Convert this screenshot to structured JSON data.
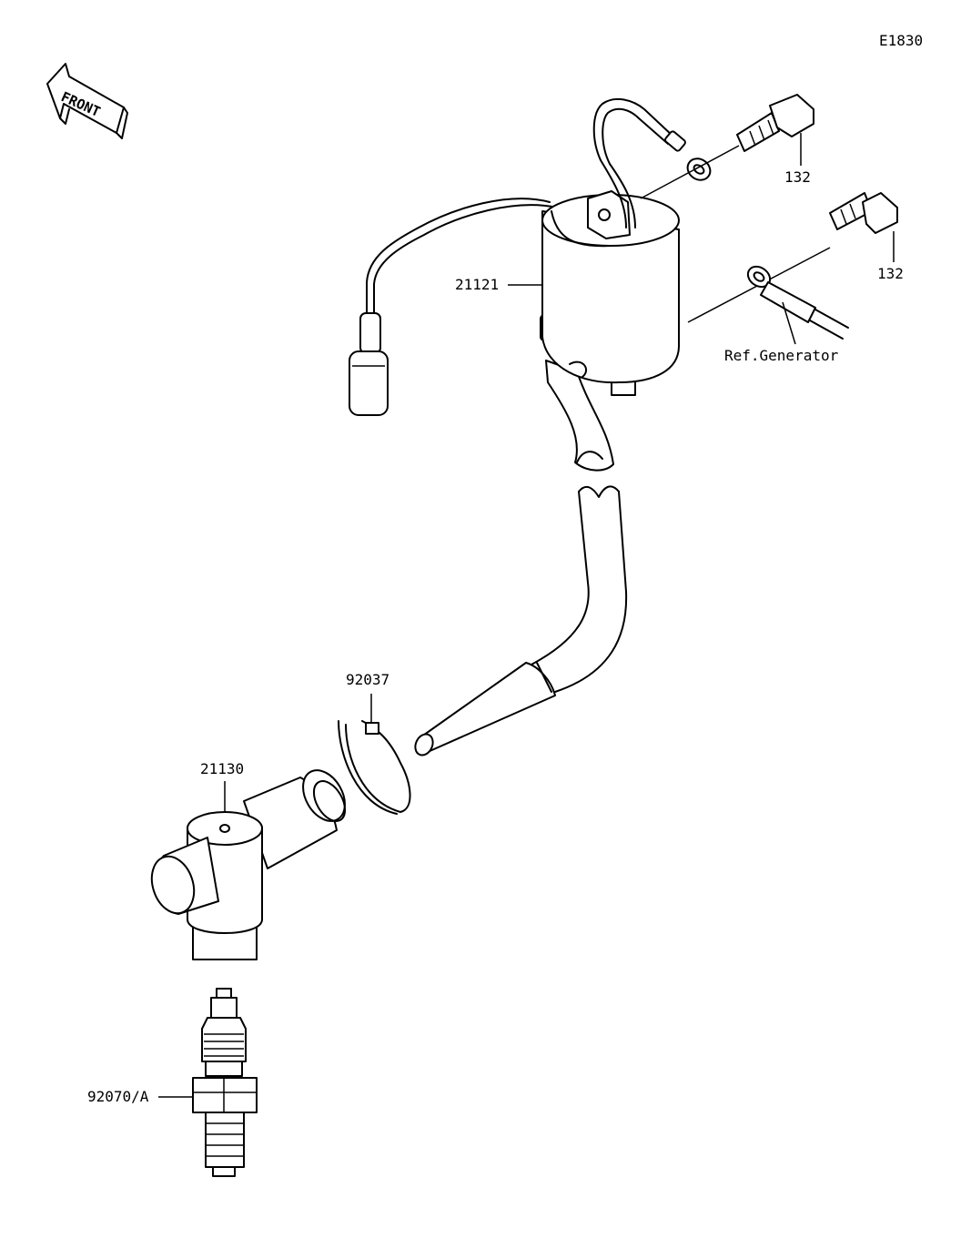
{
  "diagram_code": "E1830",
  "front_label": "FRONT",
  "parts": {
    "ignition_coil": "21121",
    "bolt_upper": "132",
    "bolt_lower": "132",
    "ref_generator": "Ref.Generator",
    "clamp": "92037",
    "plug_cap": "21130",
    "spark_plug": "92070/A"
  }
}
